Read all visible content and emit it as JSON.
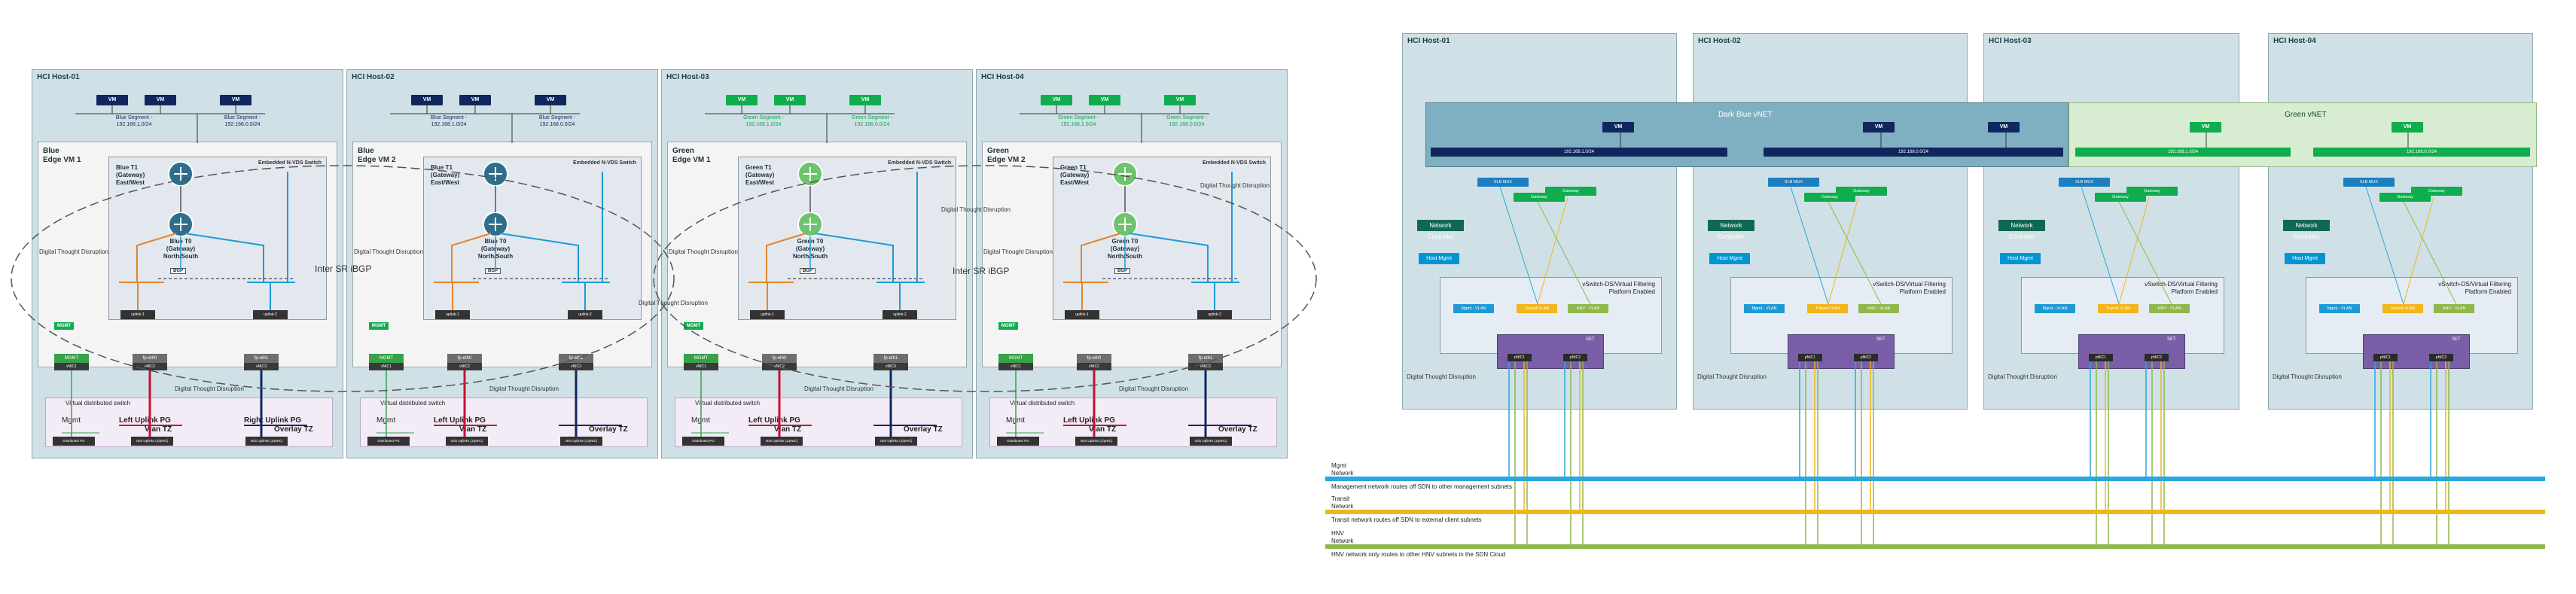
{
  "left_diagram": {
    "hosts": [
      {
        "title": "HCI Host-01",
        "edge_title": "Blue\nEdge VM 1",
        "color": "blue",
        "vms": [
          "VM",
          "VM",
          "VM"
        ],
        "segments": [
          "Blue Segment -\n192.168.1.0/24",
          "Blue Segment -\n192.168.0.0/24"
        ],
        "t1": "Blue T1\n(Gateway)\nEast/West",
        "t0": "Blue T0\n(Gateway)\nNorth/South",
        "esw_title": "Embedded N-VDS Switch",
        "bgp": "BGP",
        "uplinks": [
          "uplink-1",
          "uplink-2"
        ],
        "nics": [
          "MGMT",
          "fp-eth0",
          "fp-eth1"
        ],
        "vnics": [
          "vNIC1",
          "vNIC2",
          "vNIC3"
        ],
        "mgmt_flag": "MGMT",
        "vds_title": "Virtual distributed switch",
        "mgmt_label": "Mgmt",
        "left_pg": "Left Uplink PG",
        "vlan_tz": "Vlan TZ",
        "right_pg": "Right Uplink PG",
        "overlay_tz": "Overlay TZ",
        "dist_labels": [
          "Distributed PG",
          "vDS Uplinks (1/pNIC)",
          "vDS Uplinks (1/pNIC)"
        ],
        "dtd_labels": [
          "Digital Thought Disruption",
          "Digital Thought Disruption"
        ]
      },
      {
        "title": "HCI Host-02",
        "edge_title": "Blue\nEdge VM 2",
        "color": "blue",
        "vms": [
          "VM",
          "VM",
          "VM"
        ],
        "segments": [
          "Blue Segment -\n192.168.1.0/24",
          "Blue Segment -\n192.168.0.0/24"
        ],
        "t1": "Blue T1\n(Gateway)\nEast/West",
        "t0": "Blue T0\n(Gateway)\nNorth/South",
        "esw_title": "Embedded N-VDS Switch",
        "bgp": "BGP",
        "uplinks": [
          "uplink-1",
          "uplink-2"
        ],
        "nics": [
          "MGMT",
          "fp-eth0",
          "fp-eth1"
        ],
        "vnics": [
          "vNIC1",
          "vNIC2",
          "vNIC3"
        ],
        "mgmt_flag": "MGMT",
        "vds_title": "Virtual distributed switch",
        "mgmt_label": "Mgmt",
        "left_pg": "Left Uplink PG",
        "vlan_tz": "Vlan TZ",
        "right_pg": "",
        "overlay_tz": "Overlay TZ",
        "dist_labels": [
          "Distributed PG",
          "vDS Uplinks (1/pNIC)",
          "vDS Uplinks (1/pNIC)"
        ],
        "dtd_labels": [
          "Digital Thought Disruption",
          "Digital Thought Disruption"
        ]
      },
      {
        "title": "HCI Host-03",
        "edge_title": "Green\nEdge VM 1",
        "color": "green",
        "vms": [
          "VM",
          "VM",
          "VM"
        ],
        "segments": [
          "Green Segment -\n192.168.1.0/24",
          "Green Segment -\n192.168.0.0/24"
        ],
        "t1": "Green T1\n(Gateway)\nEast/West",
        "t0": "Green T0\n(Gateway)\nNorth/South",
        "esw_title": "Embedded N-VDS Switch",
        "bgp": "BGP",
        "uplinks": [
          "uplink-1",
          "uplink-2"
        ],
        "nics": [
          "MGMT",
          "fp-eth0",
          "fp-eth1"
        ],
        "vnics": [
          "vNIC1",
          "vNIC2",
          "vNIC3"
        ],
        "mgmt_flag": "MGMT",
        "vds_title": "Virtual distributed switch",
        "mgmt_label": "Mgmt",
        "left_pg": "Left Uplink PG",
        "vlan_tz": "Vlan TZ",
        "right_pg": "",
        "overlay_tz": "Overlay TZ",
        "dist_labels": [
          "Distributed PG",
          "vDS Uplinks (1/pNIC)",
          "vDS Uplinks (1/pNIC)"
        ],
        "dtd_labels": [
          "Digital Thought Disruption",
          "Digital Thought Disruption"
        ]
      },
      {
        "title": "HCI Host-04",
        "edge_title": "Green\nEdge VM 2",
        "color": "green",
        "vms": [
          "VM",
          "VM",
          "VM"
        ],
        "segments": [
          "Green Segment -\n192.168.1.0/24",
          "Green Segment -\n192.168.0.0/24"
        ],
        "t1": "Green T1\n(Gateway)\nEast/West",
        "t0": "Green T0\n(Gateway)\nNorth/South",
        "esw_title": "Embedded N-VDS Switch",
        "bgp": "BGP",
        "uplinks": [
          "uplink-1",
          "uplink-2"
        ],
        "nics": [
          "MGMT",
          "fp-eth0",
          "fp-eth1"
        ],
        "vnics": [
          "vNIC1",
          "vNIC2",
          "vNIC3"
        ],
        "mgmt_flag": "MGMT",
        "vds_title": "Virtual distributed switch",
        "mgmt_label": "Mgmt",
        "left_pg": "Left Uplink PG",
        "vlan_tz": "Vlan TZ",
        "right_pg": "",
        "overlay_tz": "Overlay TZ",
        "dist_labels": [
          "Distributed PG",
          "vDS Uplinks (1/pNIC)",
          "vDS Uplinks (1/pNIC)"
        ],
        "dtd_labels": [
          "Digital Thought Disruption",
          "Digital Thought Disruption"
        ]
      }
    ],
    "inter_sr_labels": [
      "Inter SR iBGP",
      "Inter SR iBGP"
    ],
    "edge_extra_dtd": [
      "Digital Thought Disruption",
      "Digital Thought Disruption",
      "Digital Thought Disruption"
    ]
  },
  "right_diagram": {
    "hosts": [
      {
        "title": "HCI Host-01",
        "dvs_title": "vSwitch-DS/Virtual Filtering\nPlatform Enabled",
        "controller": "Network Controller",
        "ctrl_sub": "vNIC",
        "vcenter": "Host Mgmt",
        "pills": [
          "Mgmt - VLAN",
          "Transit VLAN",
          "HNV - VLAN"
        ],
        "nics": [
          "pNIC1",
          "pNIC2"
        ],
        "bank": "SET",
        "top_pills": [
          "SLB MUX",
          "Gateway",
          "Gateway"
        ],
        "dtd": "Digital Thought Disruption"
      },
      {
        "title": "HCI Host-02",
        "dvs_title": "vSwitch-DS/Virtual Filtering\nPlatform Enabled",
        "controller": "Network Controller",
        "ctrl_sub": "vNIC",
        "vcenter": "Host Mgmt",
        "pills": [
          "Mgmt - VLAN",
          "Transit VLAN",
          "HNV - VLAN"
        ],
        "nics": [
          "pNIC1",
          "pNIC2"
        ],
        "bank": "SET",
        "top_pills": [
          "SLB MUX",
          "Gateway",
          "Gateway"
        ],
        "dtd": "Digital Thought Disruption"
      },
      {
        "title": "HCI Host-03",
        "dvs_title": "vSwitch-DS/Virtual Filtering\nPlatform Enabled",
        "controller": "Network Controller",
        "ctrl_sub": "vNIC",
        "vcenter": "Host Mgmt",
        "pills": [
          "Mgmt - VLAN",
          "Transit VLAN",
          "HNV - VLAN"
        ],
        "nics": [
          "pNIC1",
          "pNIC2"
        ],
        "bank": "SET",
        "top_pills": [
          "SLB MUX",
          "Gateway",
          "Gateway"
        ],
        "dtd": "Digital Thought Disruption"
      },
      {
        "title": "HCI Host-04",
        "dvs_title": "vSwitch-DS/Virtual Filtering\nPlatform Enabled",
        "controller": "Network Controller",
        "ctrl_sub": "vNIC",
        "vcenter": "Host Mgmt",
        "pills": [
          "Mgmt - VLAN",
          "Transit VLAN",
          "HNV - VLAN"
        ],
        "nics": [
          "pNIC1",
          "pNIC2"
        ],
        "bank": "SET",
        "top_pills": [
          "SLB MUX",
          "Gateway",
          "Gateway"
        ],
        "dtd": "Digital Thought Disruption"
      }
    ],
    "vnets": [
      {
        "title": "Dark Blue vNET",
        "vms": [
          "VM",
          "VM",
          "VM"
        ],
        "subnets": [
          "192.168.1.0/24",
          "192.168.0.0/24"
        ]
      },
      {
        "title": "Green vNET",
        "vms": [
          "VM",
          "VM"
        ],
        "subnets": [
          "192.168.1.0/24",
          "192.168.0.0/24"
        ]
      }
    ],
    "networks": [
      {
        "label": "Mgmt\nNetwork",
        "note": "Management network routes off SDN to other management subnets",
        "color": "#2aa7dc"
      },
      {
        "label": "Transit\nNetwork",
        "note": "Transit network routes off SDN to external client subnets",
        "color": "#f2b51a"
      },
      {
        "label": "HNV\nNetwork",
        "note": "HNV network only routes to other HNV subnets in the SDN Cloud",
        "color": "#8fb84a"
      }
    ]
  }
}
